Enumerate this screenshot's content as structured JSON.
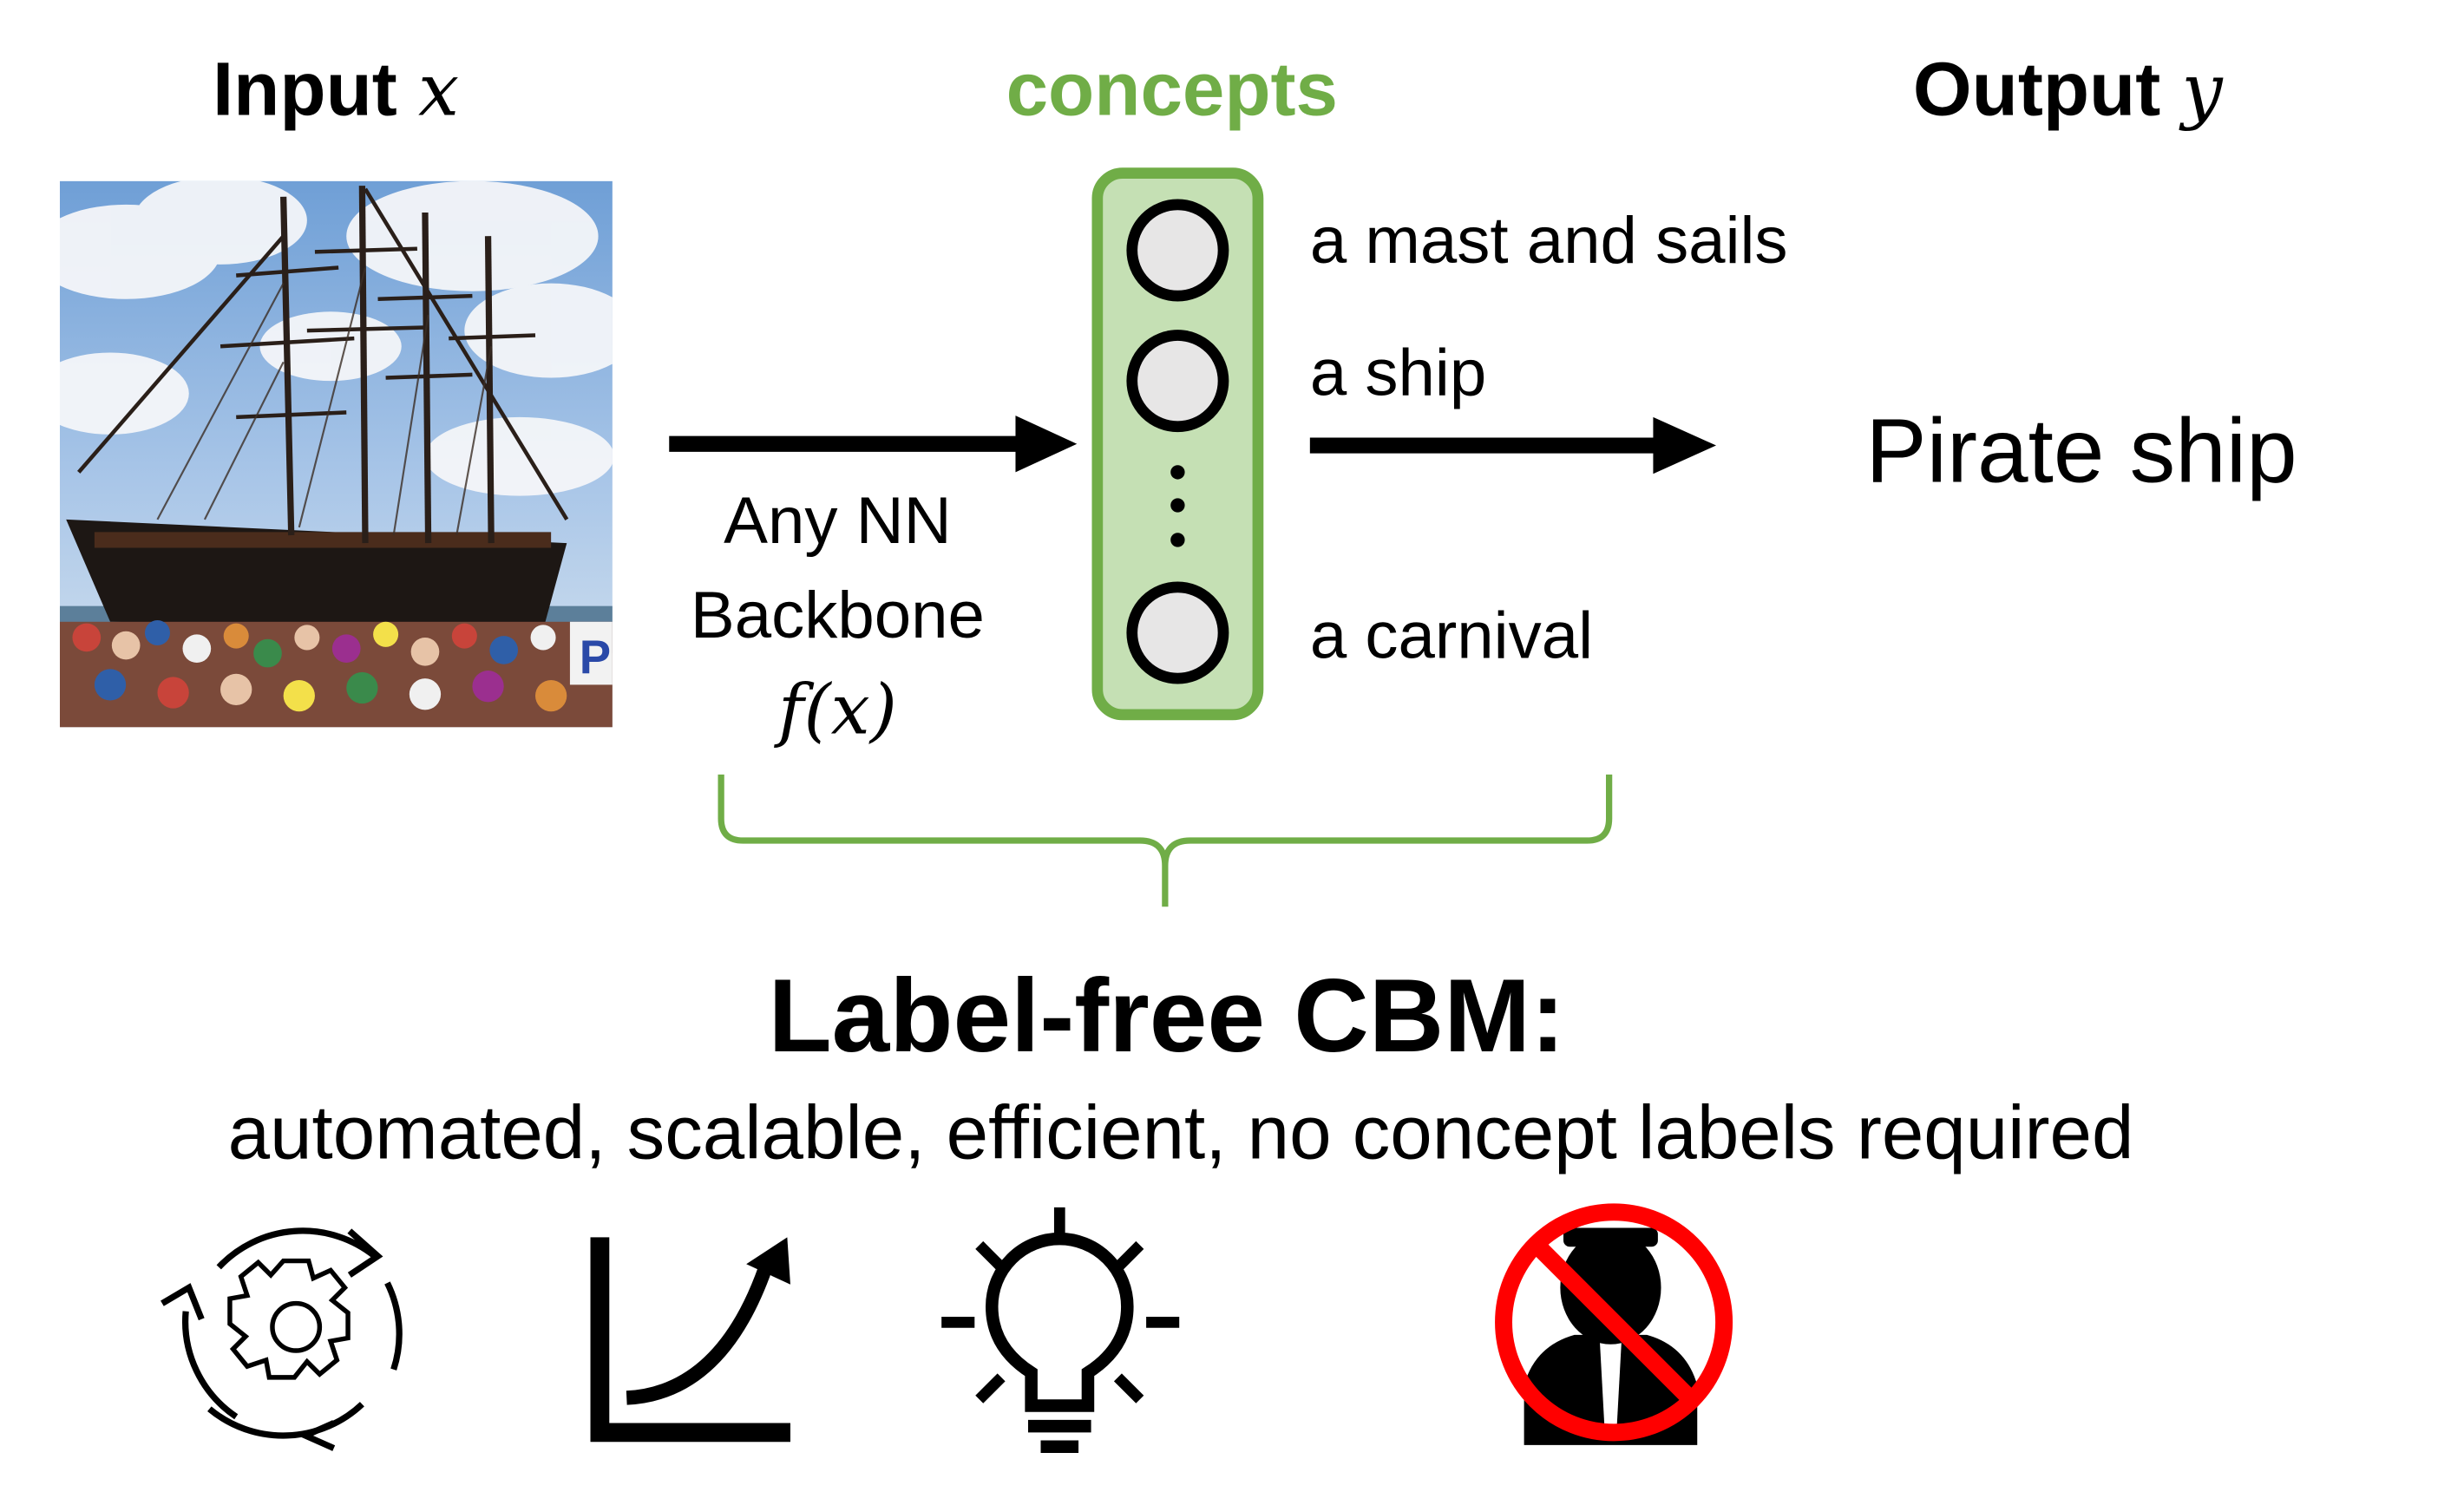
{
  "headers": {
    "input": {
      "label": "Input",
      "var": "x"
    },
    "concepts": "concepts",
    "output": {
      "label": "Output",
      "var": "y"
    }
  },
  "backbone": {
    "line1": "Any NN",
    "line2": "Backbone",
    "func": "f(x)"
  },
  "concept_labels": [
    "a mast and sails",
    "a ship",
    "a carnival"
  ],
  "output_value": "Pirate ship",
  "method": {
    "title": "Label-free CBM:",
    "properties": "automated, scalable, efficient, no concept labels required"
  },
  "icons": [
    "automation-gear-cycle-icon",
    "scalable-growth-curve-icon",
    "efficient-lightbulb-icon",
    "no-labeler-person-icon"
  ],
  "colors": {
    "concept_green": "#70ad47",
    "concept_fill": "#c5e0b4",
    "node_fill": "#e7e6e6",
    "prohibition_red": "#ff0000"
  }
}
